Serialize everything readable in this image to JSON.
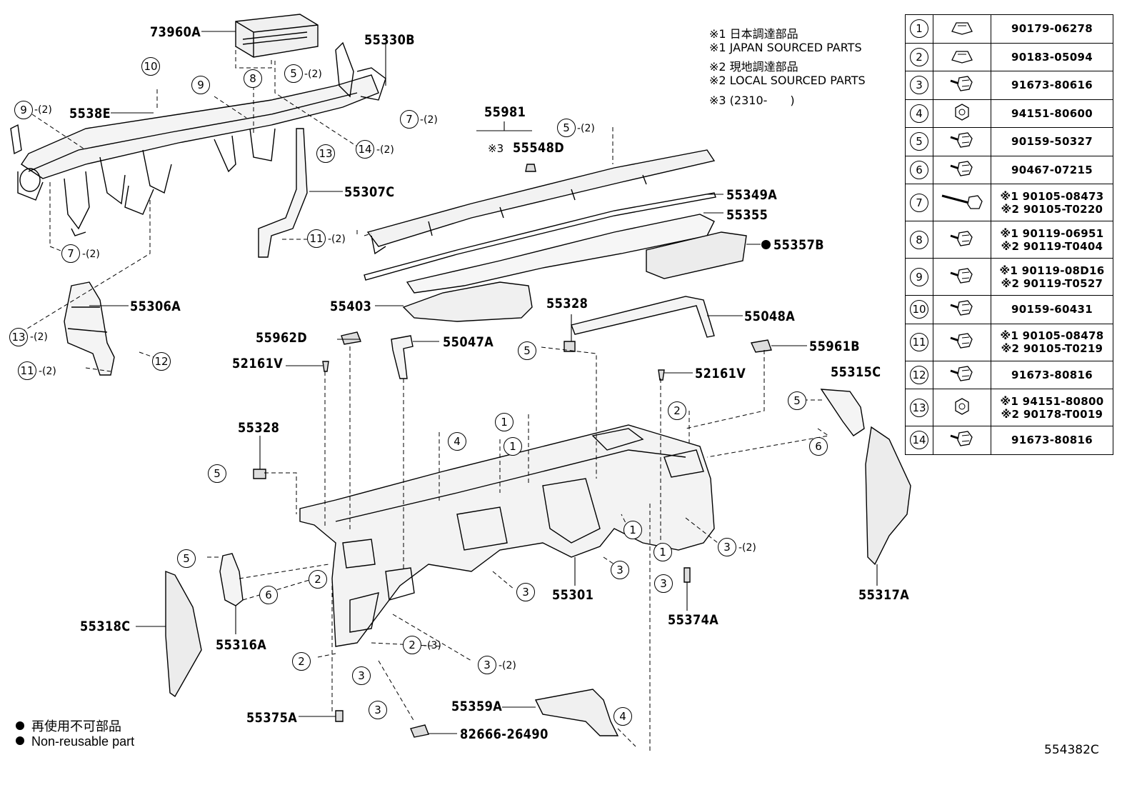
{
  "notes": [
    "※1 日本調達部品",
    "※1 JAPAN SOURCED PARTS",
    "※2 現地調達部品",
    "※2 LOCAL SOURCED PARTS",
    "※3 (2310-　　)"
  ],
  "labels": {
    "p73960A": "73960A",
    "p55330B": "55330B",
    "p5538E": "5538E",
    "p55307C": "55307C",
    "p55306A": "55306A",
    "p55981": "55981",
    "p55548D": "55548D",
    "p55548D_mark": "※3",
    "p55349A": "55349A",
    "p55355": "55355",
    "p55357B": "55357B",
    "p55403": "55403",
    "p55328a": "55328",
    "p55048A": "55048A",
    "p55962D": "55962D",
    "p55047A": "55047A",
    "p55961B": "55961B",
    "p52161Va": "52161V",
    "p52161Vb": "52161V",
    "p55315C": "55315C",
    "p55328b": "55328",
    "p55301": "55301",
    "p55317A": "55317A",
    "p55374A": "55374A",
    "p55318C": "55318C",
    "p55316A": "55316A",
    "p55359A": "55359A",
    "p55375A": "55375A",
    "p82666": "82666-26490",
    "diagram_id": "554382C"
  },
  "qty": {
    "q2": "-(2)",
    "q3": "-(3)"
  },
  "table": [
    {
      "num": "1",
      "icon": "clip-nut-icon",
      "part": [
        "90179-06278"
      ]
    },
    {
      "num": "2",
      "icon": "clip-nut-icon",
      "part": [
        "90183-05094"
      ]
    },
    {
      "num": "3",
      "icon": "bolt-icon",
      "part": [
        "91673-80616"
      ]
    },
    {
      "num": "4",
      "icon": "nut-icon",
      "part": [
        "94151-80600"
      ]
    },
    {
      "num": "5",
      "icon": "bolt-icon",
      "part": [
        "90159-50327"
      ]
    },
    {
      "num": "6",
      "icon": "bolt-icon",
      "part": [
        "90467-07215"
      ]
    },
    {
      "num": "7",
      "icon": "long-bolt-icon",
      "part": [
        "※1 90105-08473",
        "※2 90105-T0220"
      ]
    },
    {
      "num": "8",
      "icon": "bolt-icon",
      "part": [
        "※1 90119-06951",
        "※2 90119-T0404"
      ]
    },
    {
      "num": "9",
      "icon": "bolt-icon",
      "part": [
        "※1 90119-08D16",
        "※2 90119-T0527"
      ]
    },
    {
      "num": "10",
      "icon": "bolt-icon",
      "part": [
        "90159-60431"
      ]
    },
    {
      "num": "11",
      "icon": "bolt-icon",
      "part": [
        "※1 90105-08478",
        "※2 90105-T0219"
      ]
    },
    {
      "num": "12",
      "icon": "bolt-icon",
      "part": [
        "91673-80816"
      ]
    },
    {
      "num": "13",
      "icon": "nut-icon",
      "part": [
        "※1 94151-80800",
        "※2 90178-T0019"
      ]
    },
    {
      "num": "14",
      "icon": "bolt-icon",
      "part": [
        "91673-80816"
      ]
    }
  ],
  "legend": [
    "再使用不可部品",
    "Non-reusable part"
  ]
}
